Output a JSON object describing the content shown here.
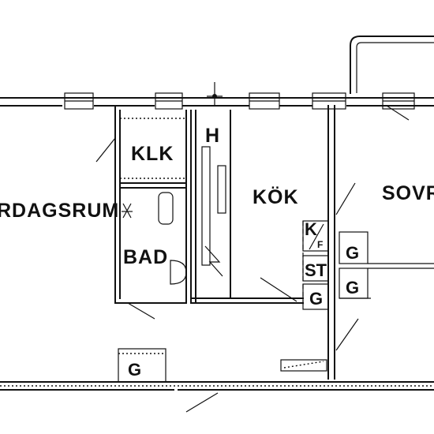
{
  "rooms": {
    "vardagsrum": "RDAGSRUM",
    "klk": "KLK",
    "bad": "BAD",
    "h": "H",
    "kok": "KÖK",
    "sovrum": "SOVR",
    "kf_k": "K",
    "kf_f": "F",
    "st": "ST",
    "g_kitchen": "G",
    "g_upper": "G",
    "g_lower": "G",
    "g_bottom": "G"
  },
  "colors": {
    "ink": "#111111",
    "paper": "#ffffff"
  }
}
